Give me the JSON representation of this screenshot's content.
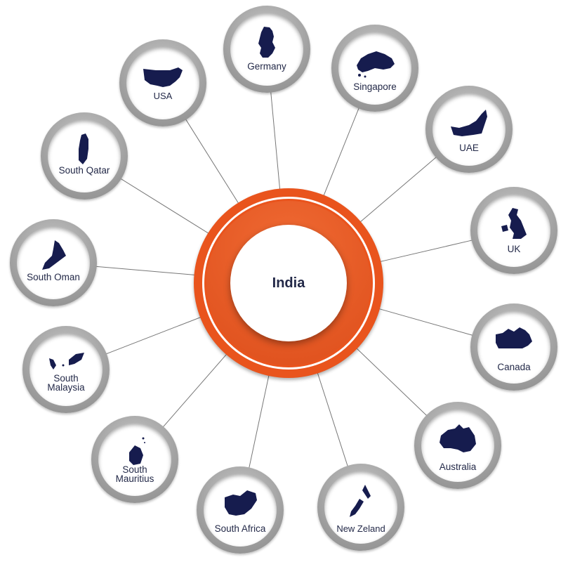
{
  "center": {
    "label": "India",
    "ring_color": "#e9541d",
    "text_color": "#232948"
  },
  "map_color": "#161c4e",
  "line_color": "#777777",
  "countries": [
    {
      "key": "germany",
      "label": "Germany",
      "icon": "germany-map-icon"
    },
    {
      "key": "singapore",
      "label": "Singapore",
      "icon": "singapore-map-icon"
    },
    {
      "key": "uae",
      "label": "UAE",
      "icon": "uae-map-icon"
    },
    {
      "key": "uk",
      "label": "UK",
      "icon": "uk-map-icon"
    },
    {
      "key": "canada",
      "label": "Canada",
      "icon": "canada-map-icon"
    },
    {
      "key": "australia",
      "label": "Australia",
      "icon": "australia-map-icon"
    },
    {
      "key": "new-zeland",
      "label": "New Zeland",
      "icon": "new-zealand-map-icon"
    },
    {
      "key": "south-africa",
      "label": "South Africa",
      "icon": "south-africa-map-icon"
    },
    {
      "key": "south-mauritius",
      "label": "South\nMauritius",
      "icon": "mauritius-map-icon"
    },
    {
      "key": "south-malaysia",
      "label": "South\nMalaysia",
      "icon": "malaysia-map-icon"
    },
    {
      "key": "south-oman",
      "label": "South Oman",
      "icon": "oman-map-icon"
    },
    {
      "key": "south-qatar",
      "label": "South Qatar",
      "icon": "qatar-map-icon"
    },
    {
      "key": "usa",
      "label": "USA",
      "icon": "usa-map-icon"
    }
  ]
}
